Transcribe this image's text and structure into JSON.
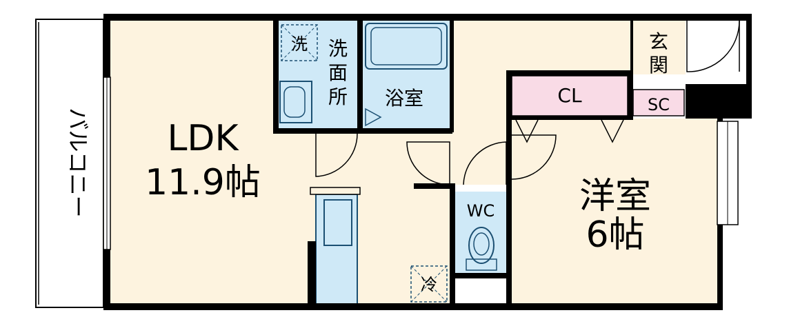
{
  "floorplan": {
    "ldk": {
      "name": "LDK",
      "size": "11.9帖"
    },
    "western_room": {
      "name": "洋室",
      "size": "6帖"
    },
    "balcony": "バルコニー",
    "washroom": [
      "洗",
      "面",
      "所"
    ],
    "bath": "浴室",
    "wc": "WC",
    "closet": "CL",
    "shoe_closet": "SC",
    "entrance": [
      "玄",
      "関"
    ],
    "washer_mark": "洗",
    "fridge_mark": "冷"
  },
  "colors": {
    "living_floor": "#fdf3df",
    "wet_area": "#cfe9f7",
    "closet": "#f9dbe6",
    "wall": "#000000",
    "fixture_line": "#1b4f72"
  }
}
